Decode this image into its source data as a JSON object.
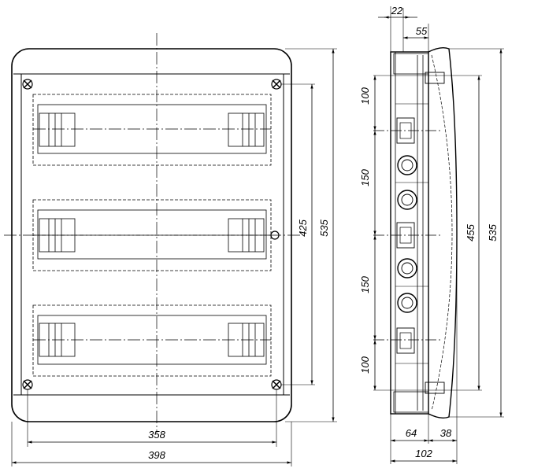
{
  "drawing": {
    "front_view": {
      "dimensions": {
        "overall_width": "398",
        "mounting_width": "358",
        "overall_height": "535",
        "mounting_height": "425"
      },
      "rail_rows": 3
    },
    "side_view": {
      "dimensions": {
        "top_offset": "22",
        "top_depth": "55",
        "seg_top": "100",
        "seg_upper": "150",
        "seg_lower": "150",
        "seg_bottom": "100",
        "inner_height": "455",
        "overall_height": "535",
        "body_depth": "64",
        "door_depth": "38",
        "overall_depth": "102"
      },
      "knockouts": 4
    }
  }
}
